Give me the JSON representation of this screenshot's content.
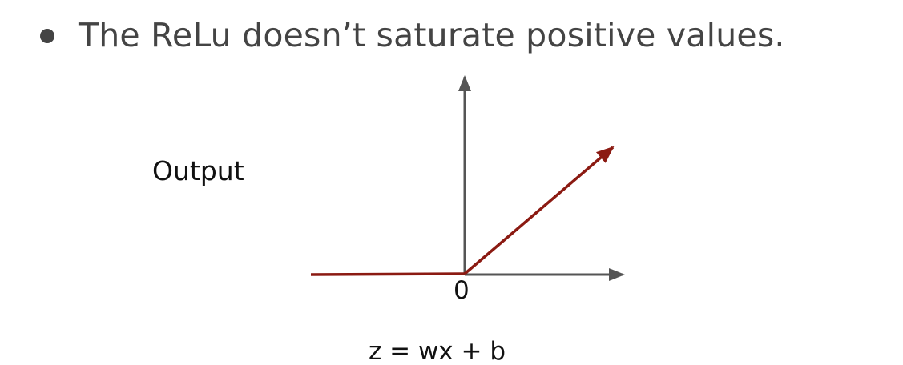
{
  "bullet": {
    "text": "The ReLu doesn’t saturate positive values."
  },
  "diagram": {
    "y_label": "Output",
    "origin_label": "0",
    "x_label": "z = wx + b",
    "colors": {
      "axis": "#555555",
      "relu": "#8b1a12",
      "text": "#111111"
    }
  }
}
